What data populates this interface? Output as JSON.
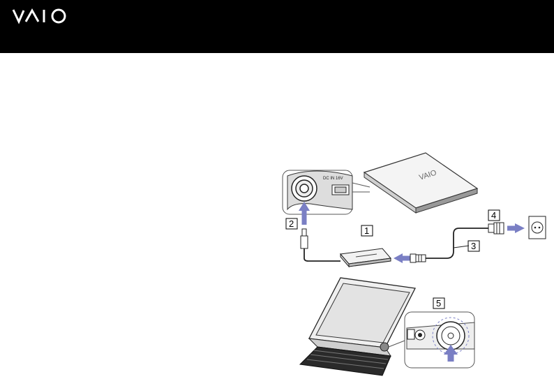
{
  "header": {
    "logo_text": "VAIO",
    "background": "#000000",
    "logo_color": "#ffffff"
  },
  "illustration": {
    "callouts": [
      "1",
      "2",
      "3",
      "4",
      "5"
    ],
    "arrow_color": "#7a7fc4",
    "device_logo_text": "VAIO",
    "port_label_text": "DC IN 16V"
  }
}
